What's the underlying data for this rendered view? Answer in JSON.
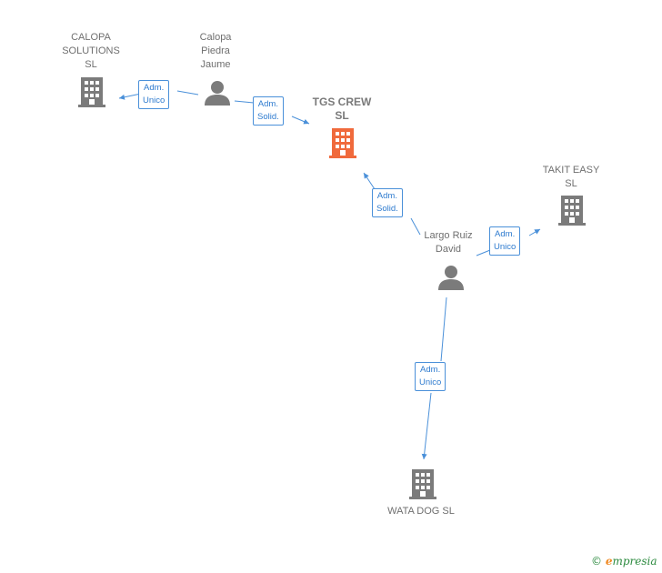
{
  "nodes": {
    "calopa_solutions": {
      "label": "CALOPA\nSOLUTIONS\nSL",
      "type": "company"
    },
    "calopa_piedra": {
      "label": "Calopa\nPiedra\nJaume",
      "type": "person"
    },
    "tgs_crew": {
      "label": "TGS CREW\nSL",
      "type": "company-focus"
    },
    "takit_easy": {
      "label": "TAKIT EASY\nSL",
      "type": "company"
    },
    "largo_ruiz": {
      "label": "Largo Ruiz\nDavid",
      "type": "person"
    },
    "wata_dog": {
      "label": "WATA DOG  SL",
      "type": "company"
    }
  },
  "edges": {
    "piedra_to_calopa": {
      "label": "Adm.\nUnico"
    },
    "piedra_to_tgs": {
      "label": "Adm.\nSolid."
    },
    "largo_to_tgs": {
      "label": "Adm.\nSolid."
    },
    "largo_to_takit": {
      "label": "Adm.\nUnico"
    },
    "largo_to_wata": {
      "label": "Adm.\nUnico"
    }
  },
  "footer": {
    "copyright": "©",
    "brand_initial": "e",
    "brand_rest": "mpresia"
  },
  "colors": {
    "edge": "#4a90d9",
    "company": "#7b7b7b",
    "focus_company": "#f06a3c",
    "person": "#7b7b7b"
  }
}
